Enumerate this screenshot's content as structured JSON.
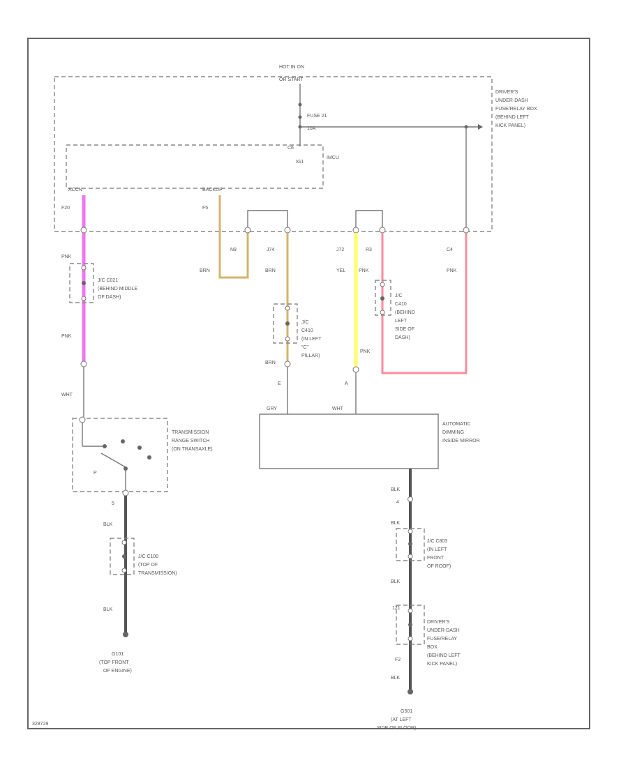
{
  "hot_in_on": "HOT IN ON",
  "hot_in_on_sub": "OR START",
  "fuse_label": "FUSE 21",
  "fuse_amp": "10A",
  "fuse_box": [
    "DRIVER'S",
    "UNDER-DASH",
    "FUSE/RELAY BOX",
    "(BEHIND LEFT",
    "KICK PANEL)"
  ],
  "relay_pin_top": "C6",
  "relay_id": "IG1",
  "relay_code": "IMCU",
  "relay_pin_left": "ACCN",
  "relay_pin_mid": "BACKUP",
  "pin_labels": {
    "f20": "F20",
    "f5": "F5",
    "n9": "N9",
    "j74": "J74",
    "j72": "J72",
    "r3": "R3",
    "c4": "C4",
    "e": "E",
    "a": "A"
  },
  "wire_colors": {
    "pnk_grn": "PNK",
    "brn": "BRN",
    "yel": "YEL",
    "pnk": "PNK",
    "wht": "WHT",
    "gry": "GRY",
    "blk": "BLK"
  },
  "jc_c021": [
    "J/C C021",
    "(BEHIND MIDDLE",
    "OF DASH)"
  ],
  "jc_c410": [
    "J/C",
    "C410",
    "(IN LEFT",
    "\"C\"",
    "PILLAR)"
  ],
  "jc_c410_right": [
    "J/C",
    "C410",
    "(BEHIND",
    "LEFT",
    "SIDE OF",
    "DASH)"
  ],
  "trans_switch": [
    "TRANSMISSION",
    "RANGE SWITCH",
    "(ON TRANSAXLE)"
  ],
  "trans_p": "P",
  "trans_pin": "5",
  "mirror": [
    "AUTOMATIC",
    "DIMMING",
    "INSIDE MIRROR"
  ],
  "mirror_pin": "4",
  "jc_c100": [
    "J/C C100",
    "(TOP OF",
    "TRANSMISSION)"
  ],
  "g101": [
    "G101",
    "(TOP FRONT",
    "OF ENGINE)"
  ],
  "jc_c803": [
    "J/C C803",
    "(IN LEFT",
    "FRONT",
    "OF ROOF)"
  ],
  "fuse_box2": [
    "DRIVER'S",
    "UNDER-DASH",
    "FUSE/RELAY",
    "BOX",
    "(BEHIND LEFT",
    "KICK PANEL)"
  ],
  "f2": "F2",
  "g501": [
    "G501",
    "(AT LEFT",
    "SIDE OF FLOOR)"
  ],
  "code": "328729"
}
